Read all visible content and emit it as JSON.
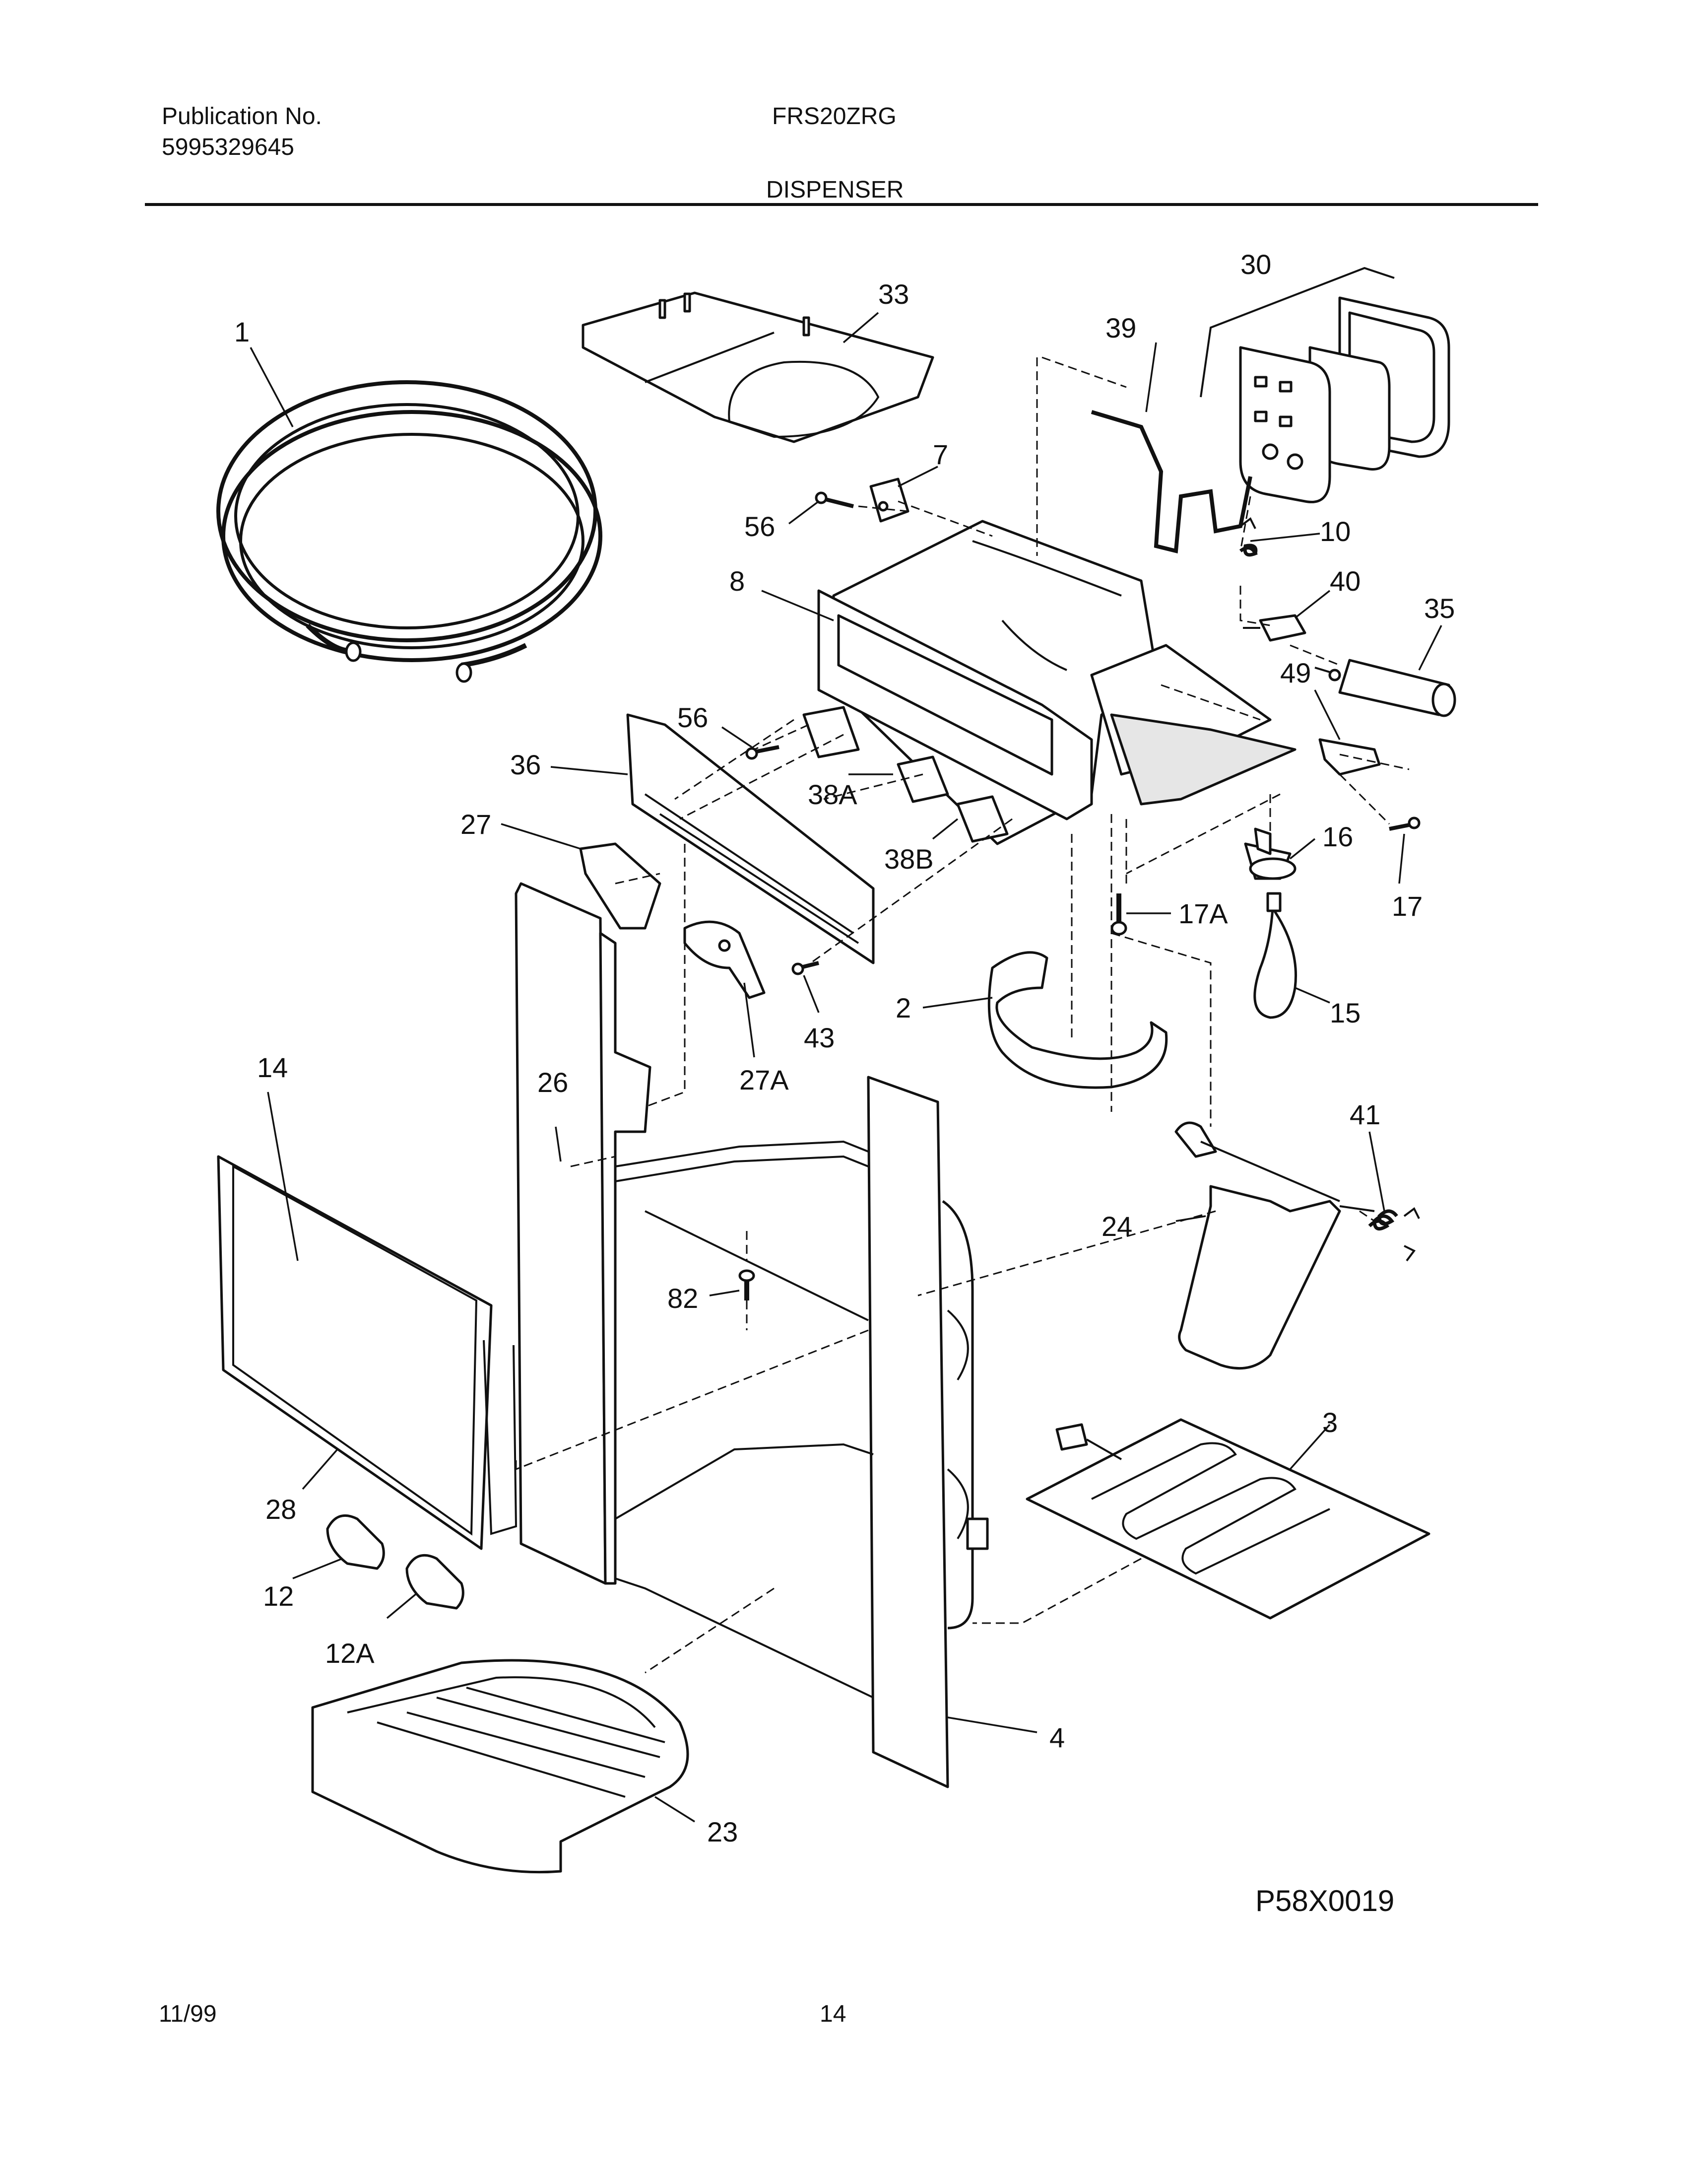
{
  "header": {
    "publication_label": "Publication No.",
    "publication_number": "5995329645",
    "model": "FRS20ZRG",
    "section_title": "DISPENSER"
  },
  "diagram_code": "P58X0019",
  "footer": {
    "date": "11/99",
    "page_number": "14"
  },
  "callouts": {
    "c1": "1",
    "c33": "33",
    "c30": "30",
    "c39": "39",
    "c7": "7",
    "c56a": "56",
    "c10": "10",
    "c8": "8",
    "c40": "40",
    "c35": "35",
    "c49": "49",
    "c56b": "56",
    "c36": "36",
    "c38A": "38A",
    "c27": "27",
    "c38B": "38B",
    "c16": "16",
    "c17A": "17A",
    "c17": "17",
    "c43": "43",
    "c2": "2",
    "c15": "15",
    "c14": "14",
    "c26": "26",
    "c27A": "27A",
    "c41": "41",
    "c24": "24",
    "c82": "82",
    "c3": "3",
    "c28": "28",
    "c12": "12",
    "c12A": "12A",
    "c4": "4",
    "c23": "23"
  }
}
